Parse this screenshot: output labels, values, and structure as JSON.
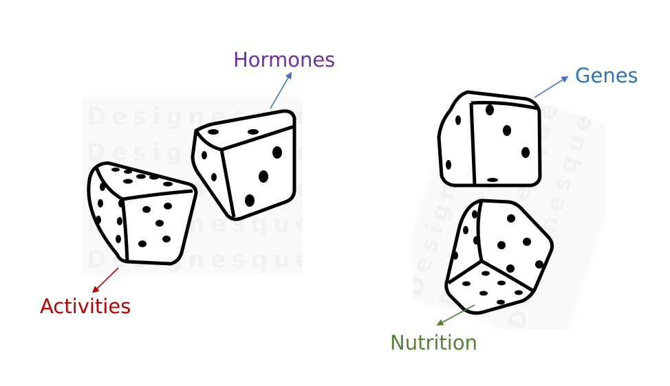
{
  "labels": {
    "hormones": {
      "text": "Hormones",
      "color": "#7030A0"
    },
    "genes": {
      "text": "Genes",
      "color": "#2E75B6"
    },
    "activities": {
      "text": "Activities",
      "color": "#C00000"
    },
    "nutrition": {
      "text": "Nutrition",
      "color": "#548235"
    }
  },
  "arrow_colors": {
    "hormones": "#4472C4",
    "genes": "#4472C4",
    "activities": "#C00000",
    "nutrition": "#548235"
  },
  "watermark": "Designesque",
  "icons": [
    "die-icon"
  ]
}
